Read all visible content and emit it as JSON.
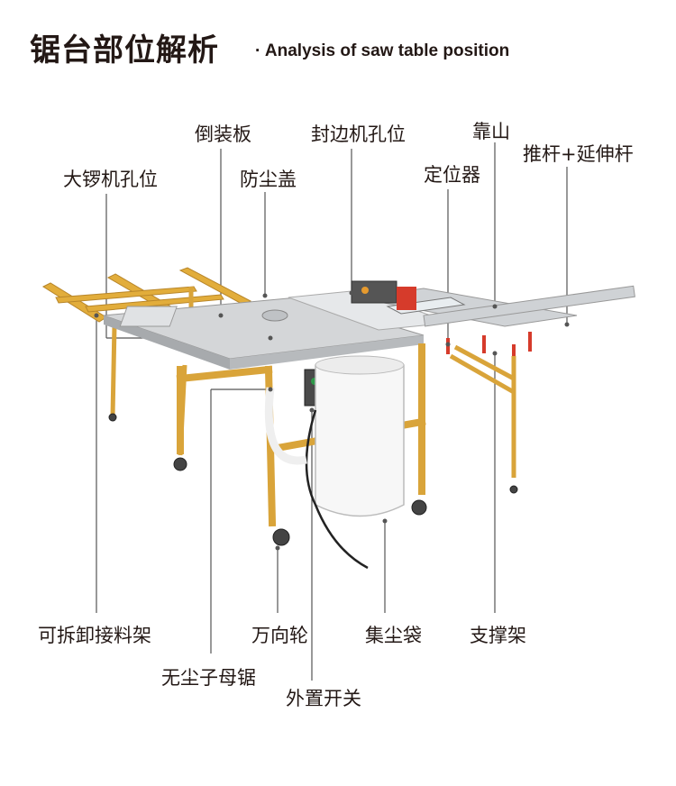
{
  "header": {
    "title_cn": "锯台部位解析",
    "title_en": "· Analysis of saw table position"
  },
  "labels": {
    "flip_board": "倒装板",
    "edge_bander_hole": "封边机孔位",
    "fence": "靠山",
    "push_rod": "推杆+延伸杆",
    "router_hole": "大锣机孔位",
    "dust_cover": "防尘盖",
    "positioner": "定位器",
    "removable_rack": "可拆卸接料架",
    "caster": "万向轮",
    "dust_bag": "集尘袋",
    "support_frame": "支撑架",
    "scoring_saw": "无尘子母锯",
    "external_switch": "外置开关"
  },
  "colors": {
    "frame": "#d9a43a",
    "table": "#c9cccf",
    "leader": "#555555"
  }
}
